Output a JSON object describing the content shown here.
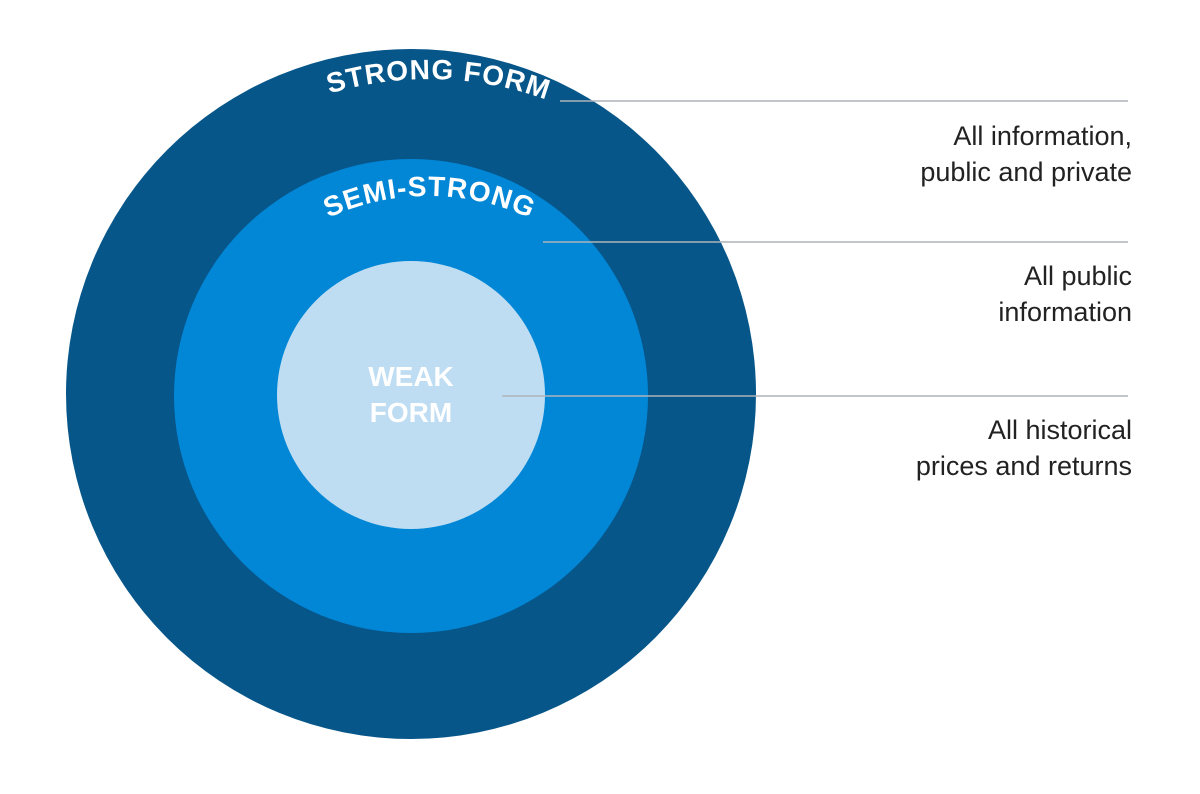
{
  "diagram": {
    "colors": {
      "strong": "#06568A",
      "semi_strong": "#0286D6",
      "weak": "#BEDDF2",
      "leader_line": "#AEB4BA"
    },
    "levels": [
      {
        "label": "STRONG FORM",
        "description": [
          "All information,",
          "public and private"
        ]
      },
      {
        "label": "SEMI-STRONG",
        "description": [
          "All public",
          "information"
        ]
      },
      {
        "label_lines": [
          "WEAK",
          "FORM"
        ],
        "description": [
          "All historical",
          "prices and returns"
        ]
      }
    ]
  }
}
